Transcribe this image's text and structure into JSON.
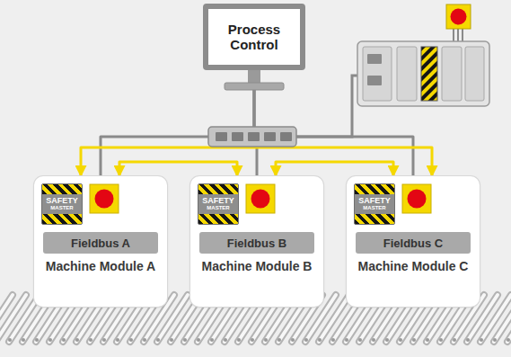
{
  "diagram": {
    "nodes": [
      {
        "text": [
          "Process Control"
        ]
      },
      {
        "text": [
          "Machine Module A"
        ]
      },
      {
        "text": [
          "SAFETY",
          "MASTER"
        ],
        "in": 1
      },
      {
        "text": [
          "Fieldbus A"
        ],
        "in": 1
      },
      {
        "text": [
          "Machine Module B"
        ]
      },
      {
        "text": [
          "SAFETY",
          "MASTER"
        ],
        "in": 4
      },
      {
        "text": [
          "Fieldbus B"
        ],
        "in": 4
      },
      {
        "text": [
          "Machine Module C"
        ]
      },
      {
        "text": [
          "SAFETY",
          "MASTER"
        ],
        "in": 7
      },
      {
        "text": [
          "Fieldbus C"
        ],
        "in": 7
      }
    ],
    "edges": [
      {
        "from": 0,
        "to": 1,
        "arrow": "none"
      },
      {
        "from": 0,
        "to": 4,
        "arrow": "none"
      },
      {
        "from": 0,
        "to": 7,
        "arrow": "none"
      },
      {
        "from": 1,
        "to": 4,
        "arrow": "both"
      },
      {
        "from": 4,
        "to": 7,
        "arrow": "both"
      },
      {
        "from": 1,
        "to": 7,
        "arrow": "both"
      }
    ]
  }
}
